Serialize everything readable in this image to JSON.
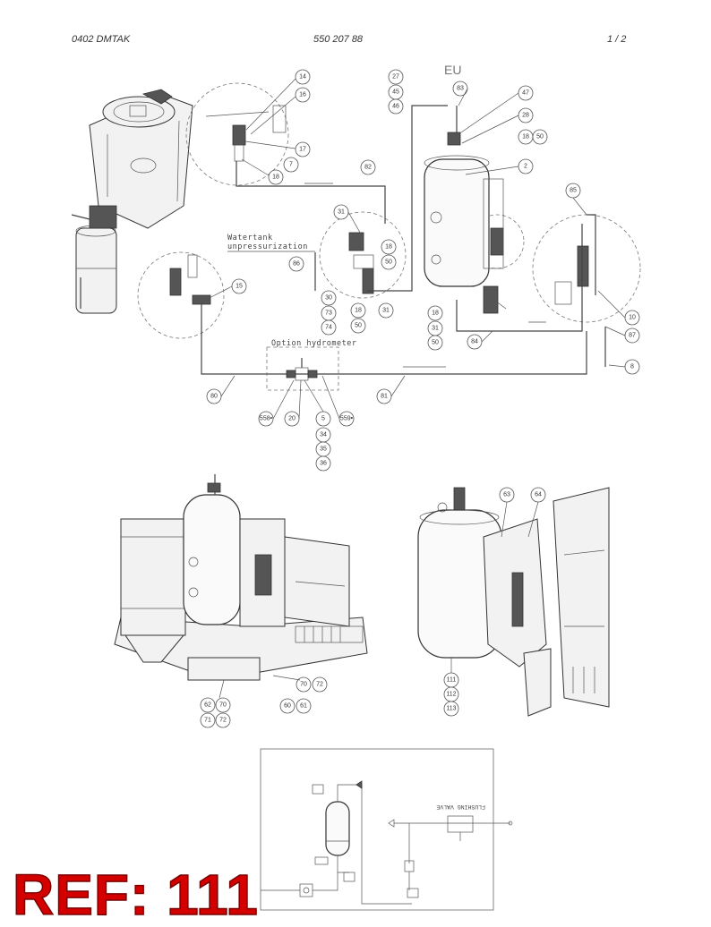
{
  "header": {
    "left": "0402 DMTAK",
    "center": "550 207 88",
    "right": "1 /   2"
  },
  "labels": {
    "watertank_line1": "Watertank",
    "watertank_line2": "unpressurization",
    "option": "Option hydrometer",
    "eu": "EU",
    "flushing_valve": "FLUSHING VALVE"
  },
  "callouts": {
    "c14": "14",
    "c16": "16",
    "c17": "17",
    "c7": "7",
    "c18a": "18",
    "c27": "27",
    "c45": "45",
    "c46": "46",
    "c83": "83",
    "c47": "47",
    "c28": "28",
    "c18b": "18",
    "c50a": "50",
    "c82": "82",
    "c2": "2",
    "c85": "85",
    "c31a": "31",
    "c18c": "18",
    "c50b": "50",
    "c86": "86",
    "c15": "15",
    "c30": "30",
    "c73": "73",
    "c74": "74",
    "c18d": "18",
    "c31b": "31",
    "c50c": "50",
    "c18e": "18",
    "c31c": "31",
    "c50d": "50",
    "c84": "84",
    "c10": "10",
    "c87": "87",
    "c8": "8",
    "c80": "80",
    "c81": "81",
    "c558": "558•",
    "c20": "20",
    "c5": "5",
    "c559": "559•",
    "c34": "34",
    "c35": "35",
    "c36": "36",
    "c63": "63",
    "c64": "64",
    "c111": "111",
    "c112": "112",
    "c113": "113",
    "c62": "62",
    "c70a": "70",
    "c71": "71",
    "c72a": "72",
    "c70b": "70",
    "c72b": "72",
    "c60": "60",
    "c61": "61"
  },
  "reference": "REF: 111"
}
